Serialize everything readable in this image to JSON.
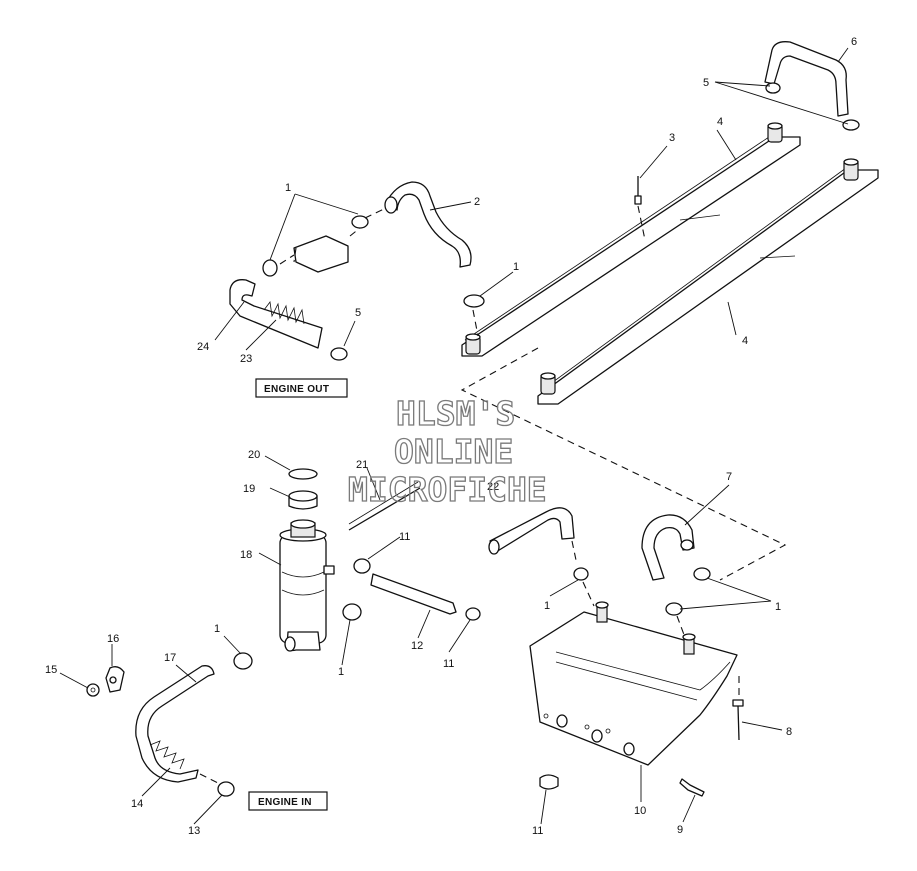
{
  "watermark": {
    "line1": "HLSM'S",
    "line2": "ONLINE",
    "line3": "MICROFICHE"
  },
  "labels": {
    "engine_out": "ENGINE OUT",
    "engine_in": "ENGINE IN"
  },
  "callouts": {
    "c1a": "1",
    "c2": "2",
    "c1b": "1",
    "c3": "3",
    "c4a": "4",
    "c5a": "5",
    "c6": "6",
    "c4b": "4",
    "c24": "24",
    "c23": "23",
    "c5b": "5",
    "c20": "20",
    "c21": "21",
    "c19": "19",
    "c22": "22",
    "c7": "7",
    "c11a": "11",
    "c18": "18",
    "c1c": "1",
    "c1d": "1",
    "c12": "12",
    "c11b": "11",
    "c1e": "1",
    "c16": "16",
    "c17": "17",
    "c15": "15",
    "c1f": "1",
    "c8": "8",
    "c14": "14",
    "c13": "13",
    "c10": "10",
    "c11c": "11",
    "c9": "9"
  }
}
